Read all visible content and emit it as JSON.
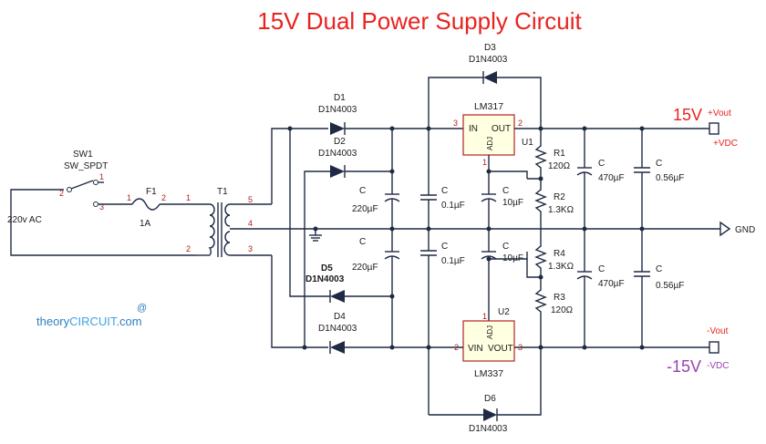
{
  "title": "15V Dual Power Supply Circuit",
  "brand": {
    "at": "@",
    "part1": "theory",
    "part2": "CIRCUIT",
    "part3": ".com"
  },
  "input": {
    "label": "220v AC"
  },
  "switch": {
    "ref": "SW1",
    "type": "SW_SPDT",
    "pin1": "1",
    "pin2": "2",
    "pin3": "3"
  },
  "fuse": {
    "ref": "F1",
    "value": "1A",
    "pin1": "1",
    "pin2": "2"
  },
  "transformer": {
    "ref": "T1",
    "pin1": "1",
    "pin2": "2",
    "pin3": "3",
    "pin4": "4",
    "pin5": "5"
  },
  "diodes": {
    "d1": {
      "ref": "D1",
      "part": "D1N4003"
    },
    "d2": {
      "ref": "D2",
      "part": "D1N4003"
    },
    "d3": {
      "ref": "D3",
      "part": "D1N4003"
    },
    "d4": {
      "ref": "D4",
      "part": "D1N4003"
    },
    "d5": {
      "ref": "D5",
      "part": "D1N4003"
    },
    "d6": {
      "ref": "D6",
      "part": "D1N4003"
    }
  },
  "caps": {
    "c_in_top": {
      "ref": "C",
      "value": "220µF"
    },
    "c_in_bot": {
      "ref": "C",
      "value": "220µF"
    },
    "c_f_top": {
      "ref": "C",
      "value": "0.1µF"
    },
    "c_f_bot": {
      "ref": "C",
      "value": "0.1µF"
    },
    "c_adj_top": {
      "ref": "C",
      "value": "10µF"
    },
    "c_adj_bot": {
      "ref": "C",
      "value": "10µF"
    },
    "c_out_top": {
      "ref": "C",
      "value": "470µF"
    },
    "c_out_bot": {
      "ref": "C",
      "value": "470µF"
    },
    "c_o2_top": {
      "ref": "C",
      "value": "0.56µF"
    },
    "c_o2_bot": {
      "ref": "C",
      "value": "0.56µF"
    }
  },
  "resistors": {
    "r1": {
      "ref": "R1",
      "value": "120Ω"
    },
    "r2": {
      "ref": "R2",
      "value": "1.3KΩ"
    },
    "r3": {
      "ref": "R3",
      "value": "120Ω"
    },
    "r4": {
      "ref": "R4",
      "value": "1.3KΩ"
    }
  },
  "u1": {
    "part": "LM317",
    "ref": "U1",
    "in": "IN",
    "out": "OUT",
    "adj": "ADJ",
    "pin_in": "3",
    "pin_out": "2",
    "pin_adj": "1"
  },
  "u2": {
    "part": "LM337",
    "ref": "U2",
    "vin": "VIN",
    "vout": "VOUT",
    "adj": "ADJ",
    "pin_in": "2",
    "pin_out": "3",
    "pin_adj": "1"
  },
  "outputs": {
    "pos_voltage": "15V",
    "pos_label": "+Vout",
    "pos_vdc": "+VDC",
    "neg_voltage": "-15V",
    "neg_label": "-Vout",
    "neg_vdc": "-VDC",
    "gnd": "GND"
  }
}
